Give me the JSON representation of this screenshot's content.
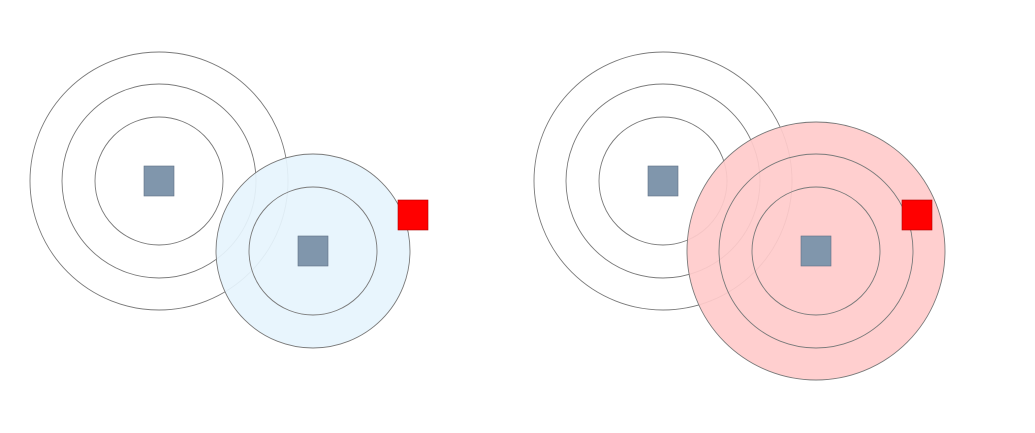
{
  "colors": {
    "background": "#ffffff",
    "ring_stroke": "#7a7a7a",
    "node_fill": "#8096ac",
    "target_fill": "#ff0000",
    "coverage_left": "#e6f4fd",
    "coverage_right": "#ffcbcb"
  },
  "panels": [
    {
      "name": "left-panel",
      "reference_node": "gray-square",
      "reference_rings": 3,
      "active_node": "gray-square",
      "active_node_rings": 2,
      "coverage_fill_color": "#e6f4fd",
      "target_node": "red-square",
      "target_inside_coverage": false
    },
    {
      "name": "right-panel",
      "reference_node": "gray-square",
      "reference_rings": 3,
      "active_node": "gray-square",
      "active_node_rings": 3,
      "coverage_fill_color": "#ffcbcb",
      "target_node": "red-square",
      "target_inside_coverage": true
    }
  ]
}
